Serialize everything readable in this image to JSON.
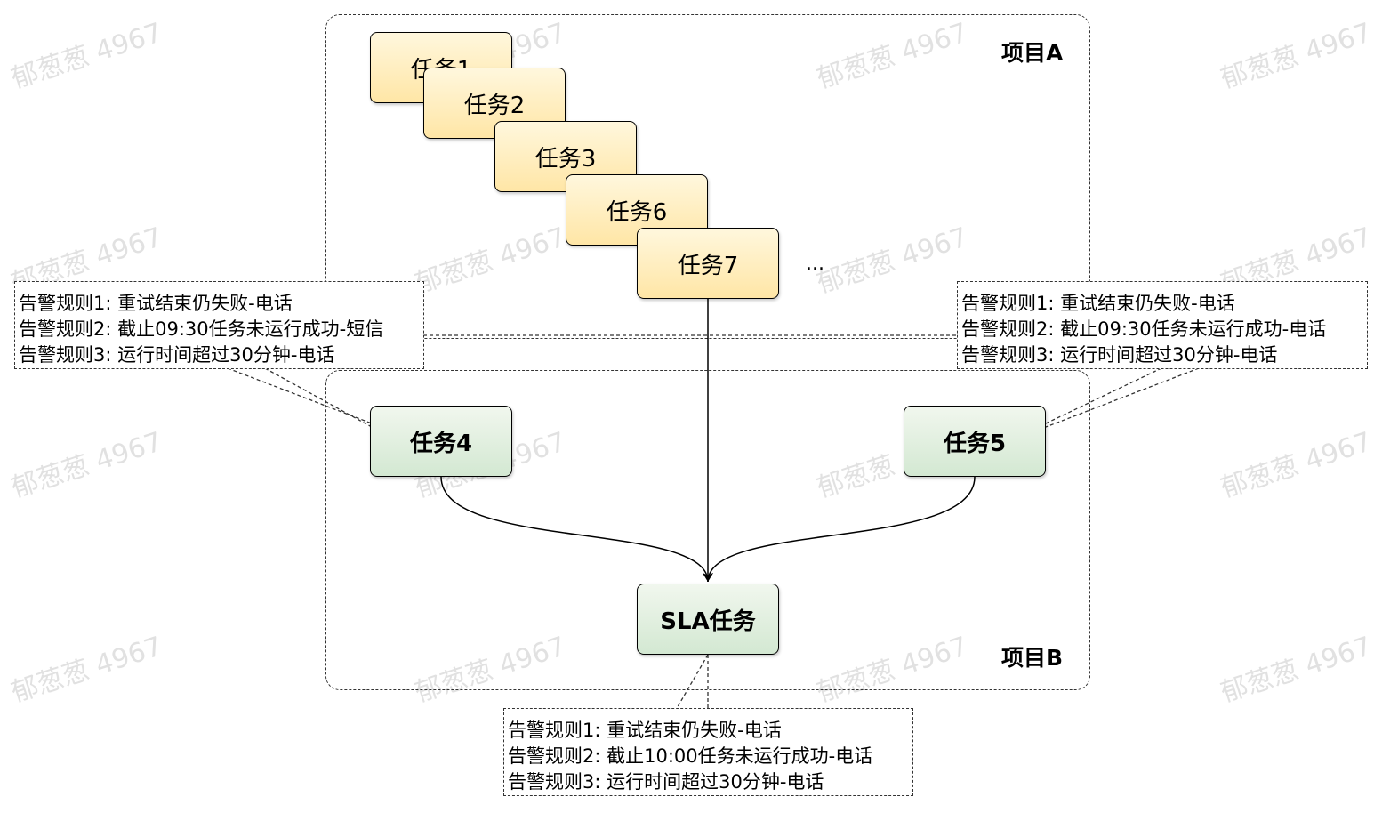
{
  "watermark": "郁葱葱 4967",
  "groups": {
    "project_a": {
      "label": "项目A"
    },
    "project_b": {
      "label": "项目B"
    }
  },
  "tasks": {
    "task1": "任务1",
    "task2": "任务2",
    "task3": "任务3",
    "task6": "任务6",
    "task7": "任务7",
    "task4": "任务4",
    "task5": "任务5",
    "sla": "SLA任务"
  },
  "ellipsis": "...",
  "rules": {
    "task4": [
      "告警规则1: 重试结束仍失败-电话",
      "告警规则2: 截止09:30任务未运行成功-短信",
      "告警规则3: 运行时间超过30分钟-电话"
    ],
    "task5": [
      "告警规则1: 重试结束仍失败-电话",
      "告警规则2: 截止09:30任务未运行成功-电话",
      "告警规则3: 运行时间超过30分钟-电话"
    ],
    "sla": [
      "告警规则1: 重试结束仍失败-电话",
      "告警规则2: 截止10:00任务未运行成功-电话",
      "告警规则3: 运行时间超过30分钟-电话"
    ]
  },
  "colors": {
    "orange_top": "#fff7dd",
    "orange_bottom": "#ffe6a6",
    "green_top": "#f1f7ee",
    "green_bottom": "#d3e8d2",
    "border": "#000000",
    "dashed": "#333333",
    "watermark": "#c9c9c9"
  }
}
